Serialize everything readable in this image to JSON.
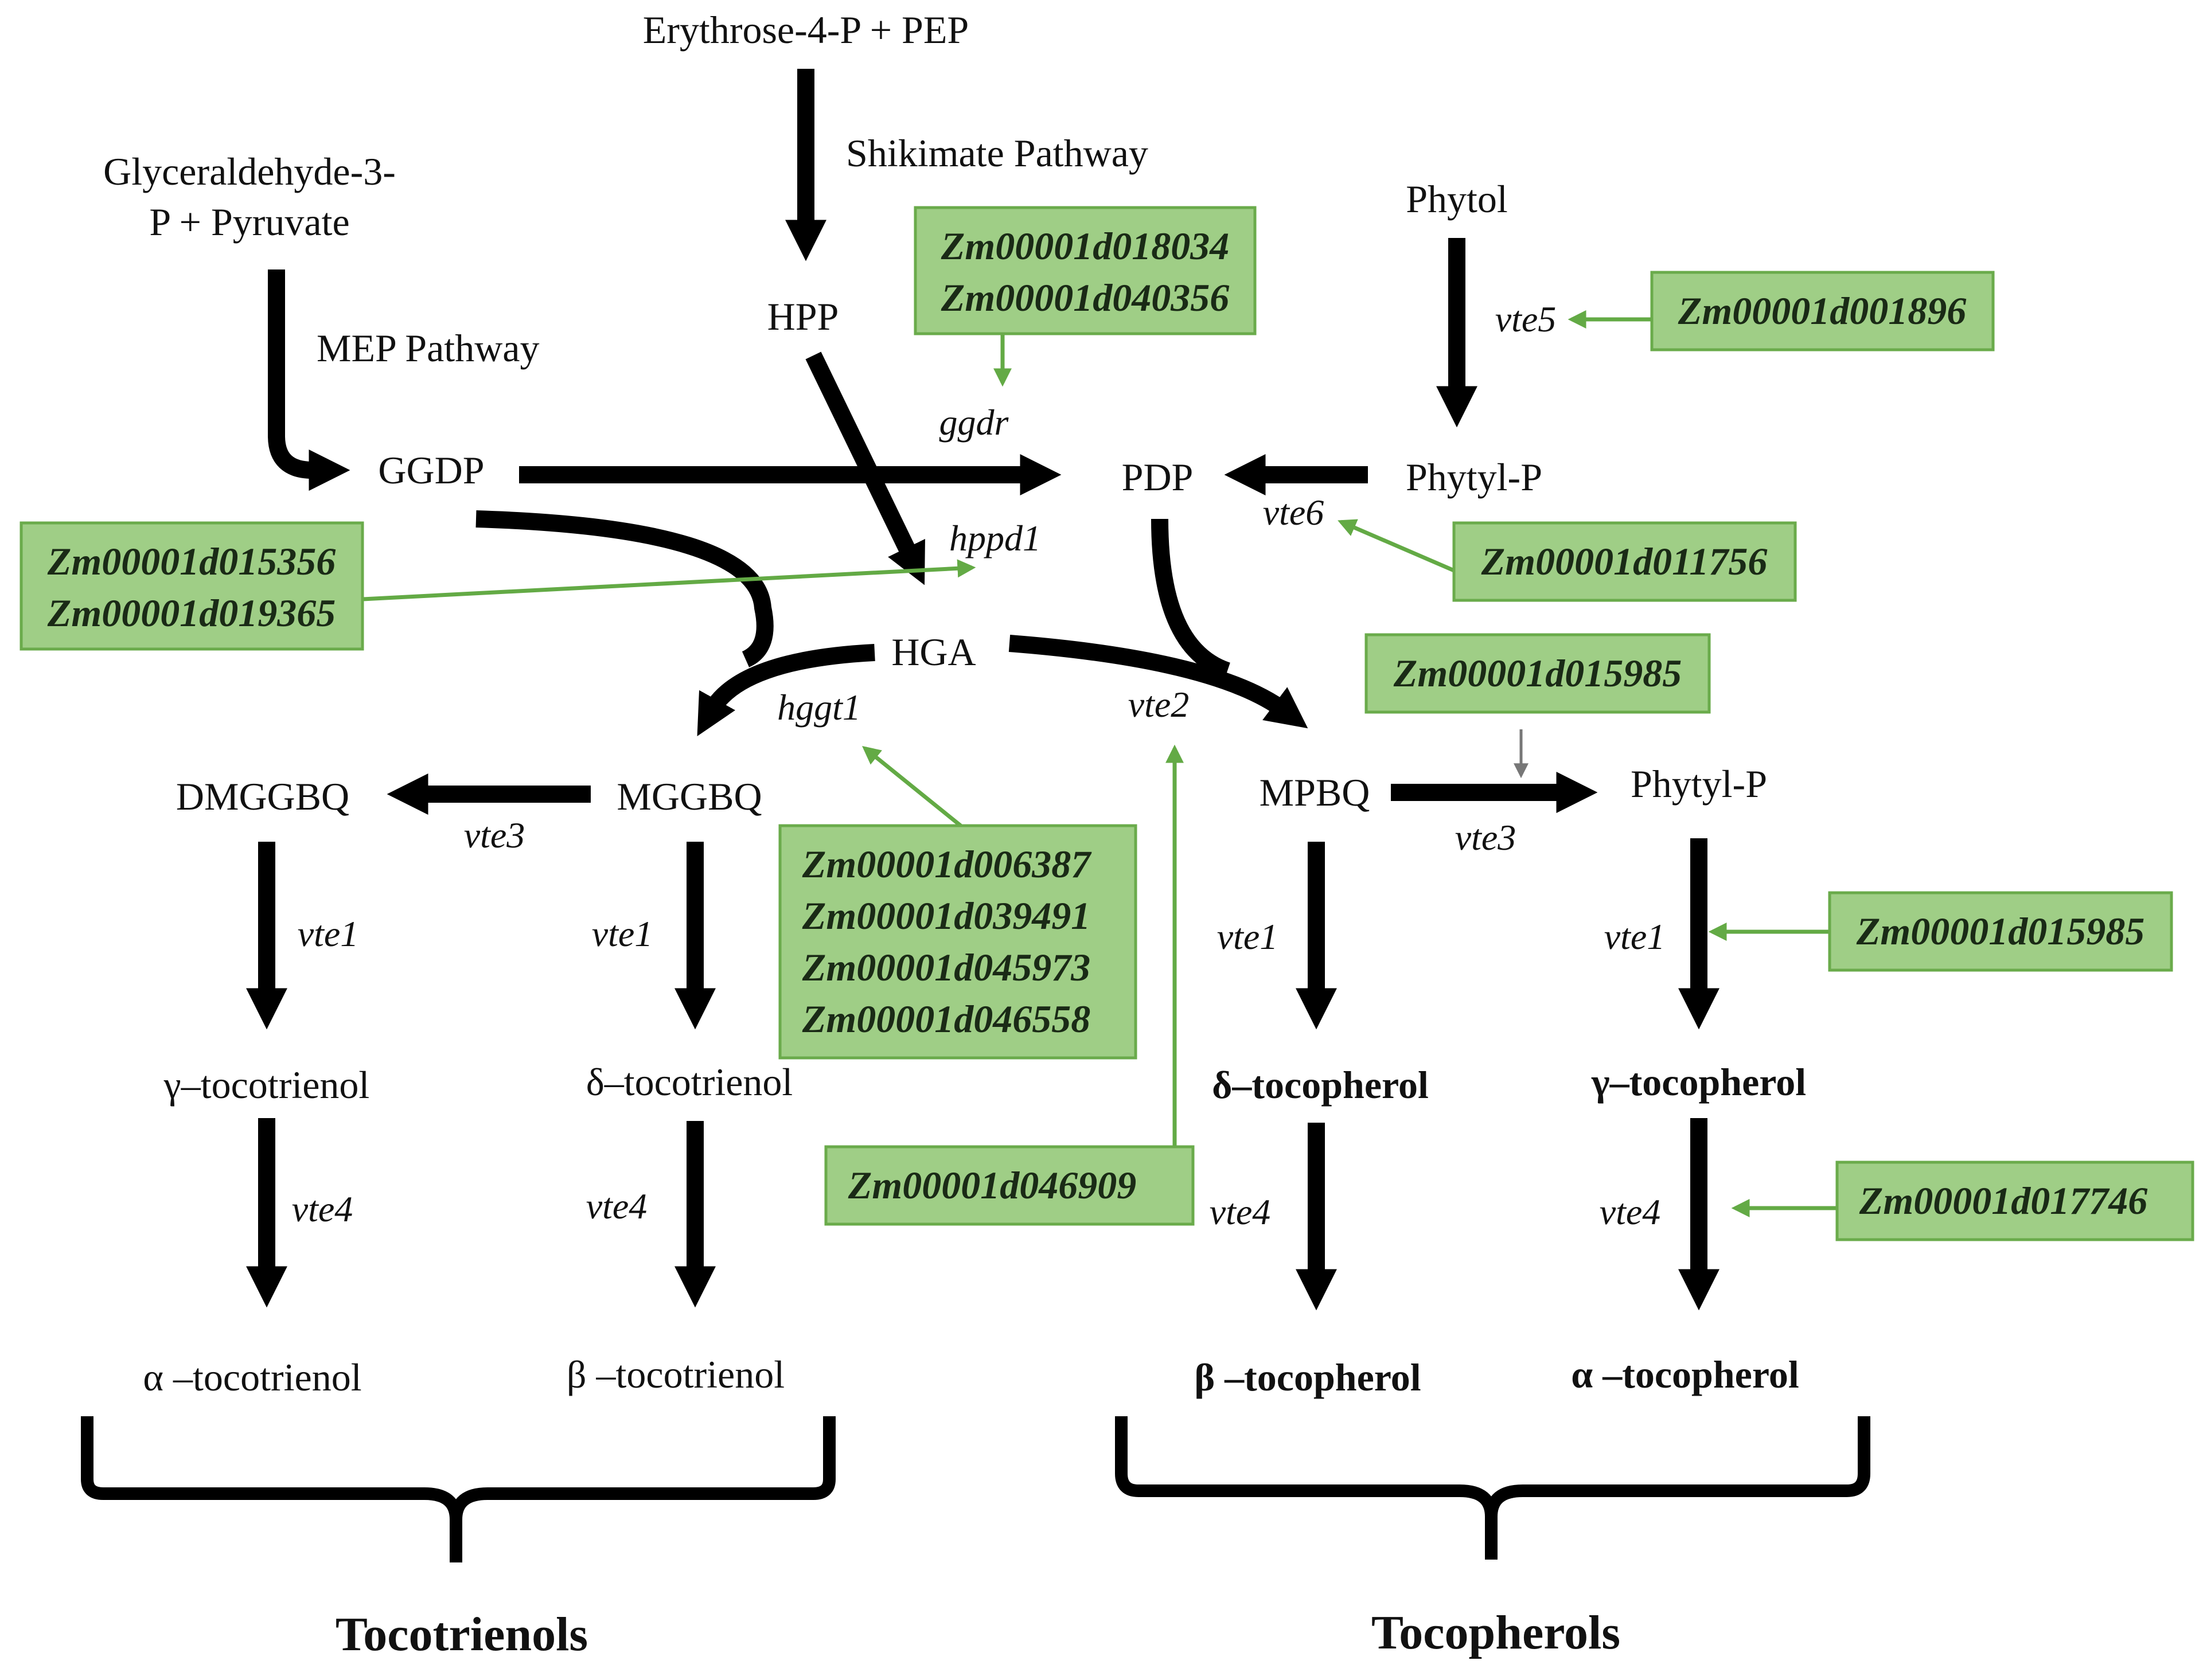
{
  "metabolites": {
    "e4p_pep": "Erythrose-4-P + PEP",
    "shikimate": "Shikimate Pathway",
    "g3p_line1": "Glyceraldehyde-3-",
    "g3p_line2": "P + Pyruvate",
    "mep": "MEP Pathway",
    "phytol": "Phytol",
    "hpp": "HPP",
    "ggdp": "GGDP",
    "pdp": "PDP",
    "phytyl_p_top": "Phytyl-P",
    "hga": "HGA",
    "dmggbq": "DMGGBQ",
    "mggbq": "MGGBQ",
    "mpbq": "MPBQ",
    "phytyl_p_mid": "Phytyl-P",
    "g_tocotrienol": "γ–tocotrienol",
    "d_tocotrienol": "δ–tocotrienol",
    "a_tocotrienol": "α –tocotrienol",
    "b_tocotrienol": "β –tocotrienol",
    "d_tocopherol": "δ–tocopherol",
    "g_tocopherol": "γ–tocopherol",
    "b_tocopherol": "β –tocopherol",
    "a_tocopherol": "α –tocopherol"
  },
  "enzymes": {
    "ggdr": "ggdr",
    "vte5": "vte5",
    "vte6": "vte6",
    "hppd1": "hppd1",
    "hggt1": "hggt1",
    "vte2": "vte2",
    "vte3_left": "vte3",
    "vte3_right": "vte3",
    "vte1_a": "vte1",
    "vte1_b": "vte1",
    "vte1_c": "vte1",
    "vte1_d": "vte1",
    "vte4_a": "vte4",
    "vte4_b": "vte4",
    "vte4_c": "vte4",
    "vte4_d": "vte4"
  },
  "genes": {
    "ggdr_box": [
      "Zm00001d018034",
      "Zm00001d040356"
    ],
    "vte5_box": [
      "Zm00001d001896"
    ],
    "hppd_box": [
      "Zm00001d015356",
      "Zm00001d019365"
    ],
    "vte6_box": [
      "Zm00001d011756"
    ],
    "vte3_box": [
      "Zm00001d015985"
    ],
    "hggt_box": [
      "Zm00001d006387",
      "Zm00001d039491",
      "Zm00001d045973",
      "Zm00001d046558"
    ],
    "vte1_box": [
      "Zm00001d015985"
    ],
    "vte2_box": [
      "Zm00001d046909"
    ],
    "vte4_box": [
      "Zm00001d017746"
    ]
  },
  "groups": {
    "tocotrienols": "Tocotrienols",
    "tocopherols": "Tocopherols"
  },
  "colors": {
    "gene_box_fill": "#9fce86",
    "gene_box_border": "#6aab4b",
    "gene_arrow": "#63aa45"
  }
}
